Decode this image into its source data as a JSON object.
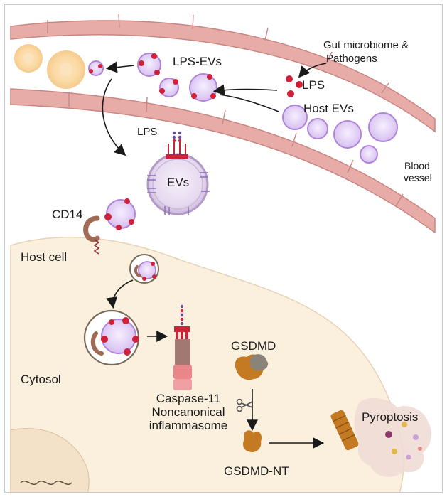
{
  "labels": {
    "gut_line1": "Gut microbiome &",
    "gut_line2": "Pathogens",
    "lps_evs": "LPS-EVs",
    "lps_vessel": "LPS",
    "host_evs": "Host EVs",
    "blood_line1": "Blood",
    "blood_line2": "vessel",
    "lps_top": "LPS",
    "evs": "EVs",
    "cd14": "CD14",
    "host_cell": "Host cell",
    "cytosol": "Cytosol",
    "gsdmd": "GSDMD",
    "caspase_line1": "Caspase-11",
    "caspase_line2": "Noncanonical",
    "caspase_line3": "inflammasome",
    "gsdmd_nt": "GSDMD-NT",
    "pyroptosis": "Pyroptosis"
  },
  "colors": {
    "vessel_wall": "#e8aca8",
    "vessel_wall_stroke": "#c98682",
    "cell_fill": "#fbf0de",
    "ev_fill": "#eadcf5",
    "ev_stroke": "#b084d6",
    "lps_red": "#d0213a",
    "gsdmd_orange": "#c47a22",
    "caspase_pink": "#e8868a",
    "receptor_brown": "#a06a55"
  }
}
